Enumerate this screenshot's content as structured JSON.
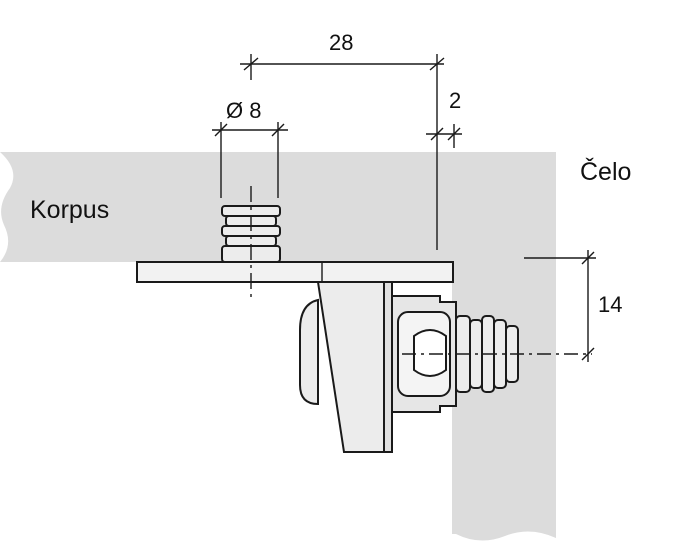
{
  "labels": {
    "korpus": "Korpus",
    "celo": "Čelo"
  },
  "dimensions": {
    "width_28": "28",
    "gap_2": "2",
    "diameter_8": "Ø 8",
    "height_14": "14"
  },
  "colors": {
    "panel_fill": "#dcdcdc",
    "part_fill": "#ececec",
    "line": "#1a1a1a"
  }
}
